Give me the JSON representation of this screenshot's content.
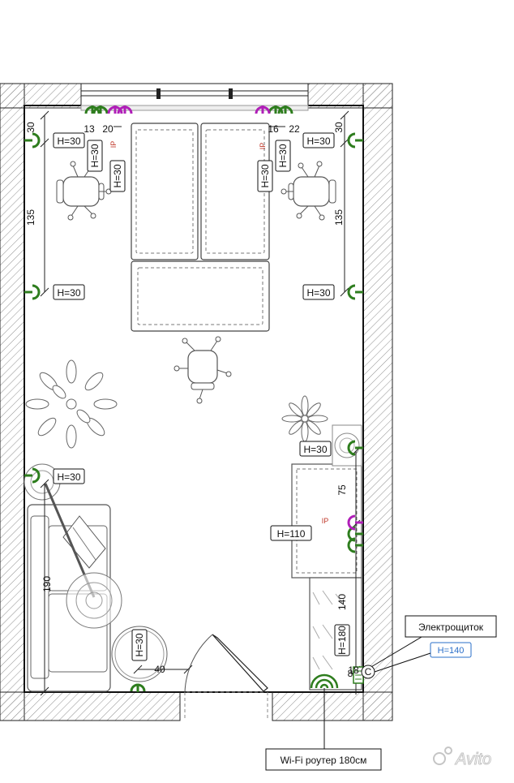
{
  "annotations": {
    "height_labels": {
      "tl1": "H=30",
      "tl2": "H=30",
      "tl3": "H=30",
      "tr1": "H=30",
      "tr2": "H=30",
      "tr3": "H=30",
      "l1": "H=30",
      "r1": "H=30",
      "r2": "H=30",
      "l2": "H=30",
      "wardrobe": "H=110",
      "door": "H=30",
      "router": "H=180",
      "panel": "H=140"
    },
    "dimensions": {
      "d13": "13",
      "d20": "20",
      "d16": "16",
      "d22": "22",
      "d30l": "30",
      "d30r": "30",
      "d135l": "135",
      "d135r": "135",
      "d190": "190",
      "d75": "75",
      "d140": "140",
      "d40": "40",
      "d18": "18",
      "d8": "8"
    },
    "ip_marks": {
      "ip1": "IP",
      "ip2": "IP",
      "ip3": "IP"
    },
    "callouts": {
      "panel_title": "Электрощиток",
      "panel_height": "H=140",
      "panel_symbol": "C",
      "router": "Wi-Fi роутер 180см"
    }
  },
  "colors": {
    "socket": "#2e7d1e",
    "network_socket": "#b01fb8",
    "ip_text": "#c0392b",
    "callout_blue": "#2a6fc9",
    "wall_hatch": "#9a9a9a"
  },
  "watermark": "Avito"
}
